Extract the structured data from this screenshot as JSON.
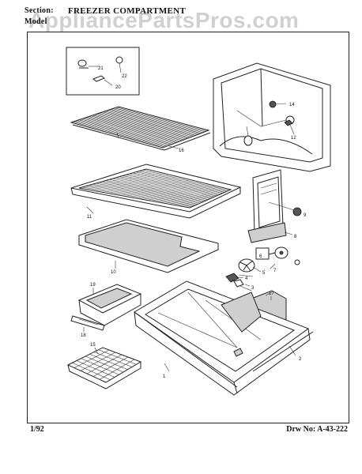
{
  "header": {
    "section_label": "Section:",
    "section_value": "FREEZER COMPARTMENT",
    "model_label": "Model"
  },
  "watermark": "AppliancePartsPros.com",
  "footer": {
    "date_code": "1/92",
    "drawing_number": "Drw No: A-43-222"
  },
  "callouts": [
    "21",
    "22",
    "20",
    "16",
    "11",
    "10",
    "19",
    "18",
    "15",
    "1",
    "2",
    "3",
    "4",
    "5",
    "6",
    "7",
    "8",
    "9",
    "12",
    "14",
    "17"
  ]
}
